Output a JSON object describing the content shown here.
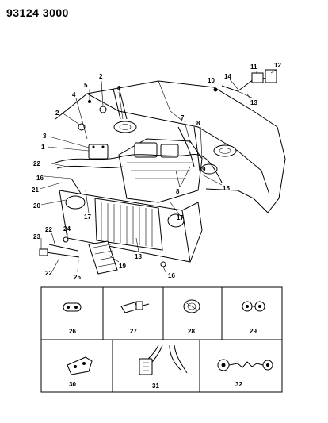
{
  "header": {
    "doc_id": "93124  3000"
  },
  "callouts": [
    "1",
    "2",
    "2",
    "3",
    "4",
    "5",
    "6",
    "7",
    "8",
    "8",
    "9",
    "10",
    "11",
    "12",
    "13",
    "14",
    "15",
    "16",
    "16",
    "17",
    "17",
    "18",
    "19",
    "20",
    "21",
    "22",
    "22",
    "22",
    "23",
    "24",
    "25"
  ],
  "detail_panels": [
    {
      "label": "26",
      "icon": "grommet-plate-icon"
    },
    {
      "label": "27",
      "icon": "sensor-connector-icon"
    },
    {
      "label": "28",
      "icon": "round-grommet-icon"
    },
    {
      "label": "29",
      "icon": "ring-terminal-pair-icon"
    },
    {
      "label": "30",
      "icon": "bracket-clip-icon"
    },
    {
      "label": "31",
      "icon": "multi-pin-connector-icon"
    },
    {
      "label": "32",
      "icon": "ground-strap-icon"
    }
  ]
}
